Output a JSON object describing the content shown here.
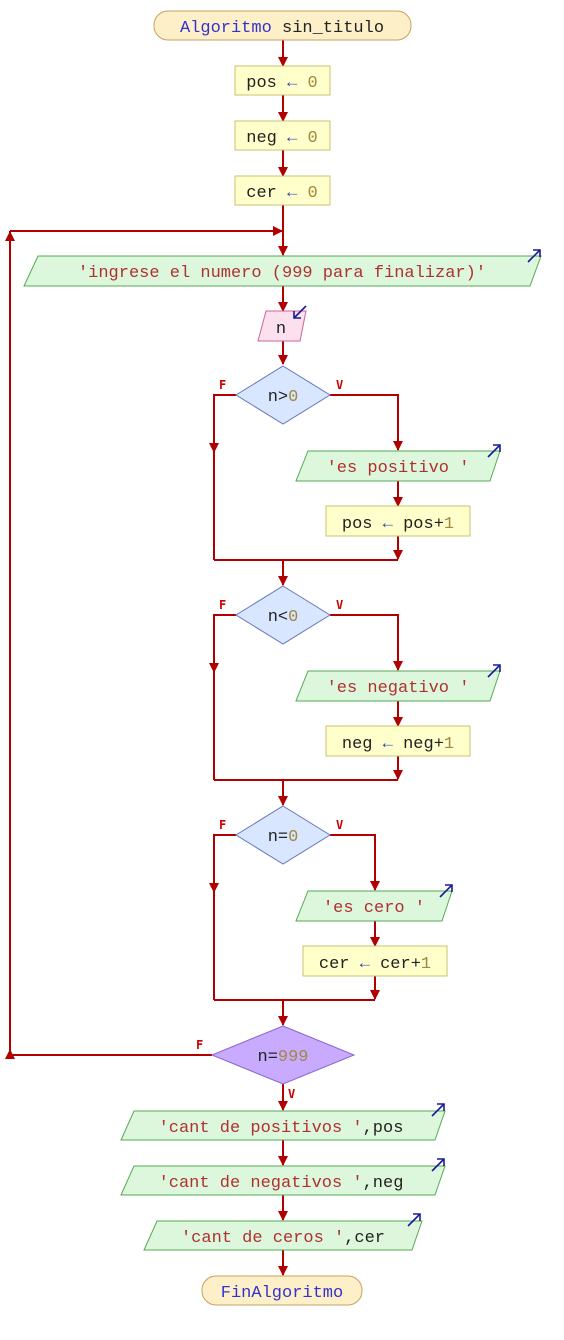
{
  "start": {
    "kw": "Algoritmo",
    "name": "sin_titulo"
  },
  "end": {
    "kw": "FinAlgoritmo"
  },
  "assign_arrow": "←",
  "init": [
    {
      "var": "pos",
      "val": "0"
    },
    {
      "var": "neg",
      "val": "0"
    },
    {
      "var": "cer",
      "val": "0"
    }
  ],
  "prompt": "'ingrese el numero (999 para finalizar)'",
  "read_var": "n",
  "checks": [
    {
      "var": "n",
      "op": ">",
      "val": "0",
      "msg": "'es positivo '",
      "target": "pos",
      "expr_var": "pos",
      "expr_op": "+",
      "expr_val": "1"
    },
    {
      "var": "n",
      "op": "<",
      "val": "0",
      "msg": "'es negativo '",
      "target": "neg",
      "expr_var": "neg",
      "expr_op": "+",
      "expr_val": "1"
    },
    {
      "var": "n",
      "op": "=",
      "val": "0",
      "msg": "'es cero '",
      "target": "cer",
      "expr_var": "cer",
      "expr_op": "+",
      "expr_val": "1"
    }
  ],
  "loop_cond": {
    "var": "n",
    "op": "=",
    "val": "999"
  },
  "labels": {
    "false": "F",
    "true": "V"
  },
  "outputs": [
    {
      "str": "'cant de positivos '",
      "var": ",pos"
    },
    {
      "str": "'cant de negativos '",
      "var": ",neg"
    },
    {
      "str": "'cant de ceros '",
      "var": ",cer"
    }
  ]
}
